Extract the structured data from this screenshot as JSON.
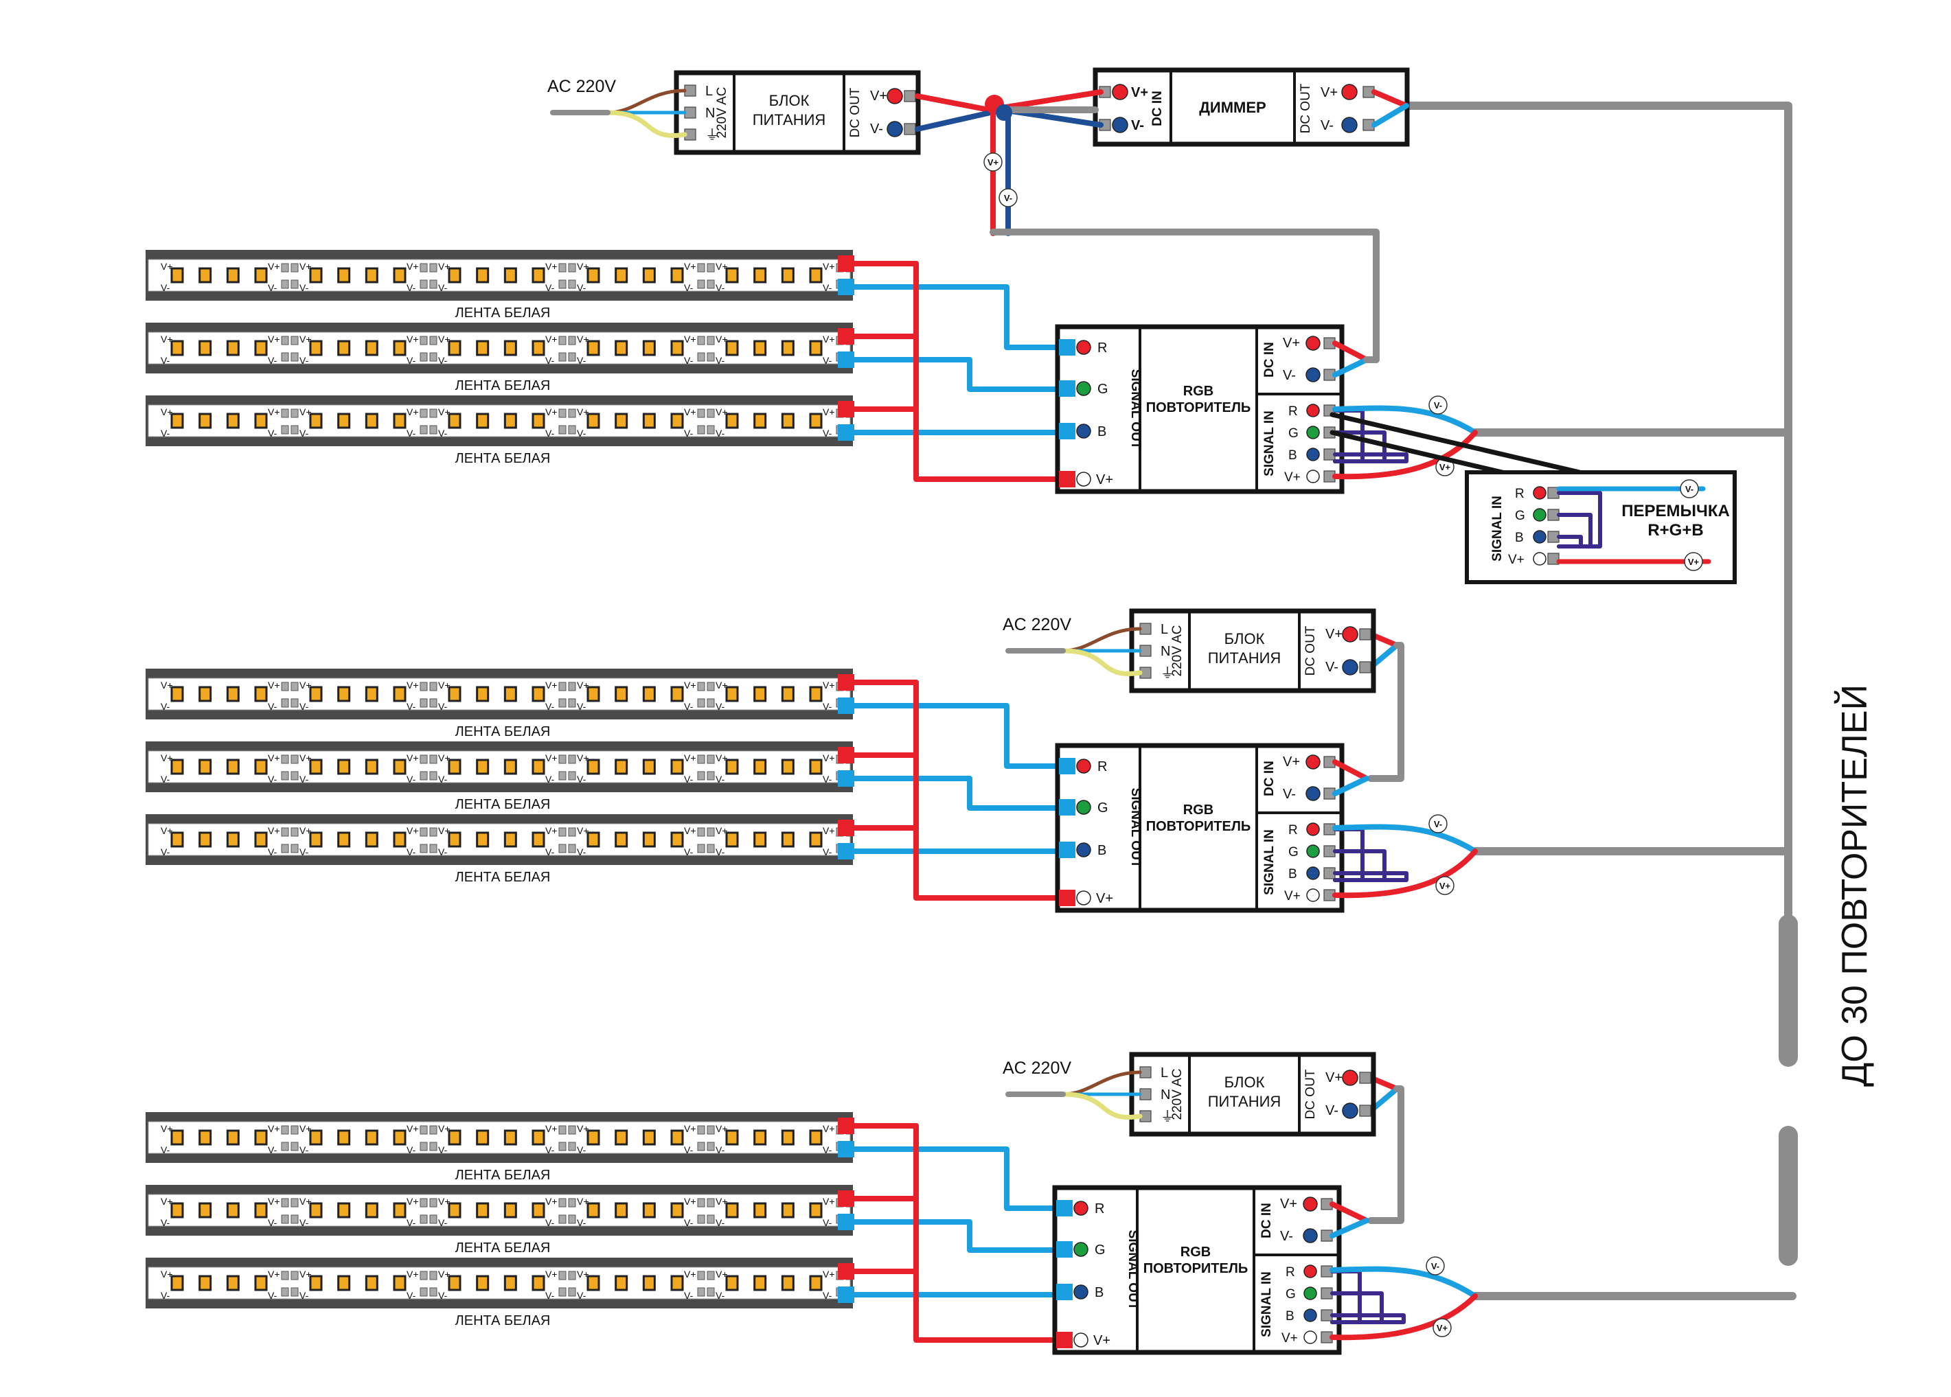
{
  "labels": {
    "ac_input": "AC 220V",
    "psu_title": [
      "БЛОК",
      "ПИТАНИЯ"
    ],
    "psu_ac_side": "220V AC",
    "ac_terminals": [
      "L",
      "N",
      "⏚"
    ],
    "dc_out": "DC OUT",
    "dc_in": "DC IN",
    "v_plus": "V+",
    "v_minus": "V-",
    "dimmer": "ДИММЕР",
    "repeater_title": [
      "RGB",
      "ПОВТОРИТЕЛЬ"
    ],
    "signal_out": "SIGNAL OUT",
    "signal_in": "SIGNAL IN",
    "channels": [
      "R",
      "G",
      "B"
    ],
    "strip": "ЛЕНТА БЕЛАЯ",
    "jumper": [
      "ПЕРЕМЫЧКА",
      "R+G+B"
    ],
    "bus_note": "ДО 30 ПОВТОРИТЕЛЕЙ"
  },
  "colors": {
    "red": "#e8202a",
    "blue": "#1aa0e0",
    "darkblue": "#1e4e96",
    "purple": "#3c2a8c",
    "gray": "#8c8c8c",
    "black": "#151515",
    "ledyellow": "#f2a922",
    "green": "#1b9e3e",
    "brown": "#8b4a2b",
    "yellow": "#e2e07a"
  },
  "diagram": {
    "repeater_groups": 3,
    "strips_per_group": 3,
    "segments_per_strip": 5,
    "leds_per_segment": 4
  }
}
